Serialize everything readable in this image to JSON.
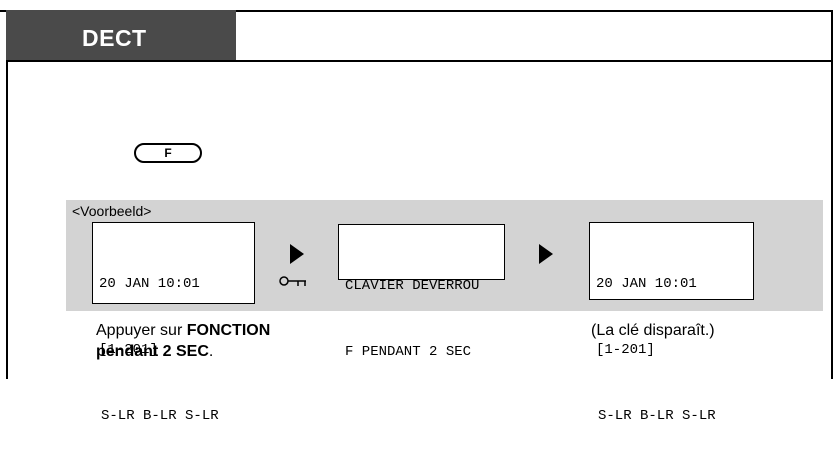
{
  "header": {
    "title": "DECT"
  },
  "key": {
    "label": "F"
  },
  "example": {
    "label": "<Voorbeeld>",
    "display1": {
      "line1": "20 JAN 10:01",
      "line2": "[1-201]",
      "line3": "S-LR B-LR S-LR",
      "icon": "key-icon"
    },
    "display2": {
      "line1": "CLAVIER DEVERROU",
      "line2": "F PENDANT 2 SEC"
    },
    "display3": {
      "line1": "20 JAN 10:01",
      "line2": "[1-201]",
      "line3": "S-LR B-LR S-LR"
    }
  },
  "captions": {
    "left_prefix": "Appuyer sur ",
    "left_bold1": "FONCTION",
    "left_bold2": "pendant 2 SEC",
    "left_suffix": ".",
    "right": "(La clé disparaît.)"
  },
  "colors": {
    "header_bg": "#4a4a4a",
    "example_bg": "#d3d3d3"
  }
}
